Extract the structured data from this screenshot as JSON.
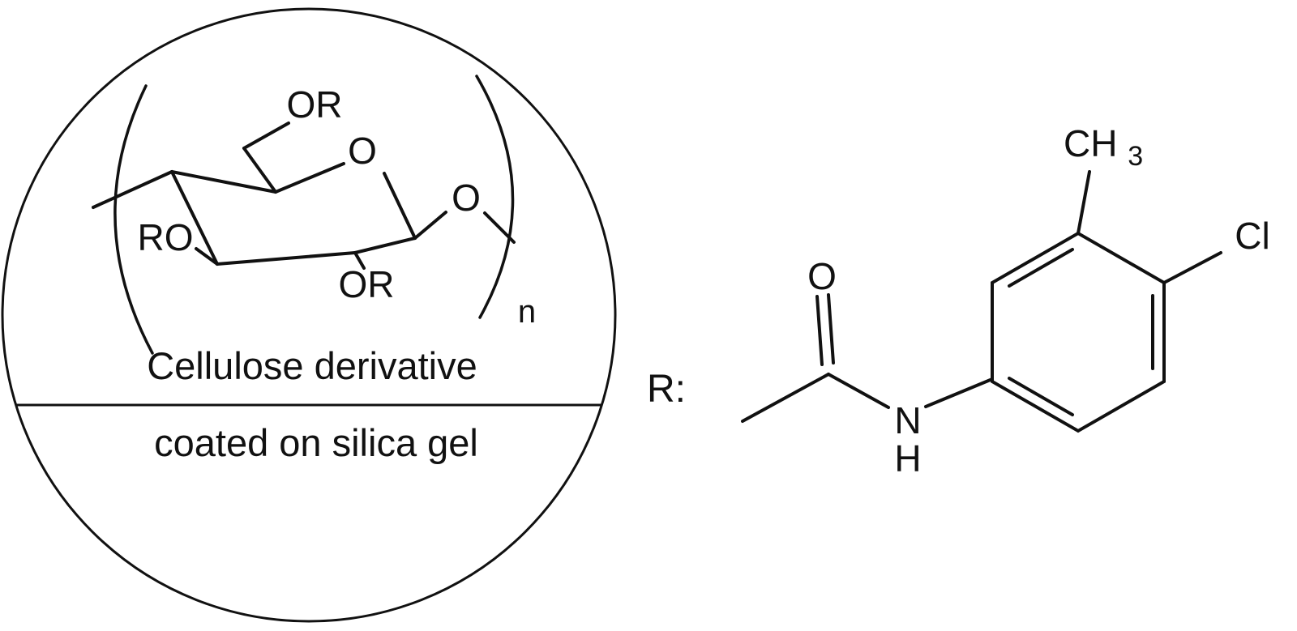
{
  "figure": {
    "background": "#ffffff",
    "line_color": "#111111",
    "left_panel": {
      "labels": {
        "or_top": "OR",
        "ring_oxygen": "O",
        "glycosidic_oxygen": "O",
        "ro_left": "RO",
        "or_bottom": "OR",
        "repeat_subscript": "n"
      },
      "caption": {
        "line1": "Cellulose derivative",
        "line2": "coated on silica gel"
      }
    },
    "right_panel": {
      "r_prefix": "R:",
      "labels": {
        "carbonyl_oxygen": "O",
        "amide_nitrogen": "N",
        "amide_hydrogen": "H",
        "methyl_base": "CH",
        "methyl_subscript": "3",
        "chloro": "Cl"
      }
    }
  }
}
